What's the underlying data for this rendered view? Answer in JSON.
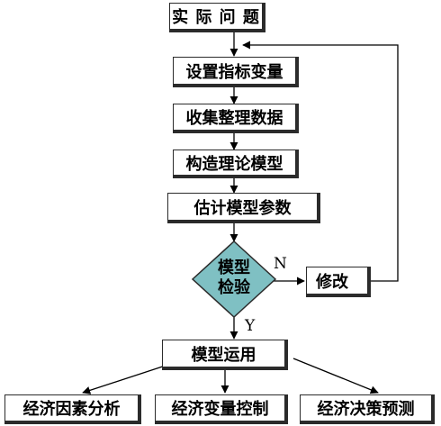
{
  "colors": {
    "diamond_fill": "#7fc0c3",
    "line": "#000000"
  },
  "steps": {
    "problem": "实 际 问 题",
    "set_variables": "设置指标变量",
    "collect_data": "收集整理数据",
    "build_model": "构造理论模型",
    "estimate_params": "估计模型参数",
    "apply_model": "模型运用"
  },
  "decision": {
    "line1": "模型",
    "line2": "检验",
    "no_label": "N",
    "yes_label": "Y"
  },
  "revise": "修改",
  "outcomes": [
    "经济因素分析",
    "经济变量控制",
    "经济决策预测"
  ]
}
